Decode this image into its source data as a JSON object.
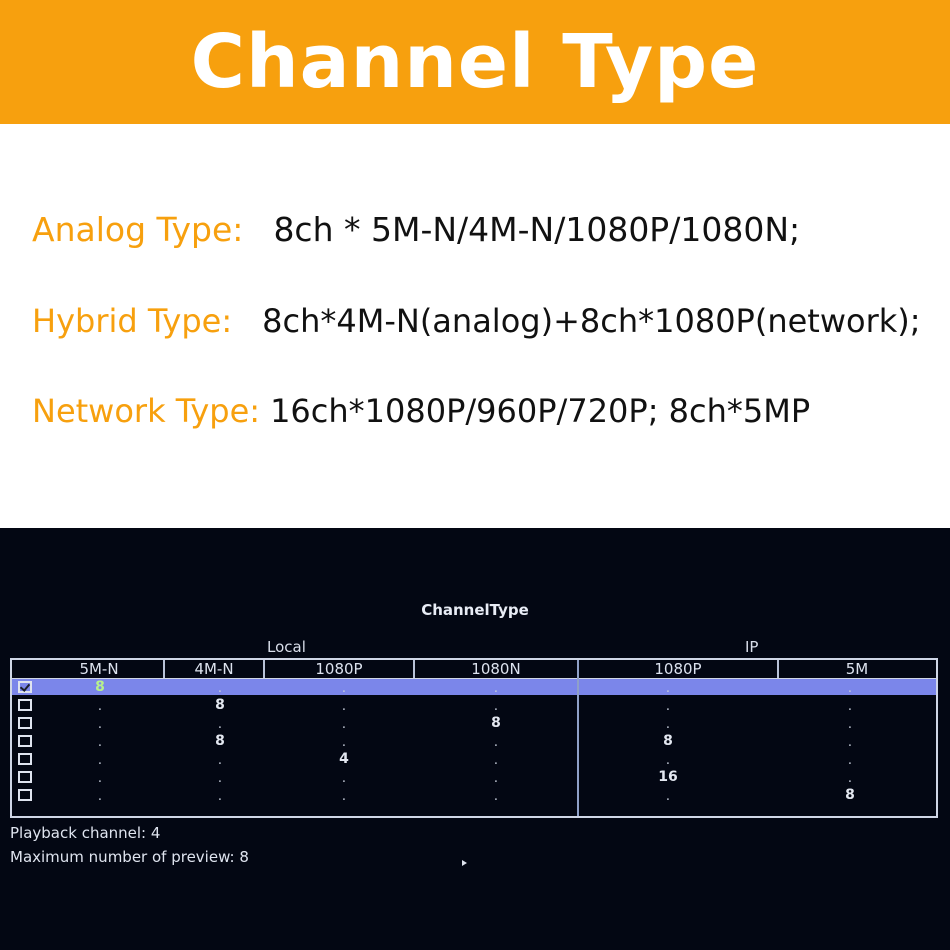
{
  "banner": {
    "title": "Channel Type"
  },
  "specs": [
    {
      "label": "Analog Type:",
      "value": "8ch * 5M-N/4M-N/1080P/1080N;"
    },
    {
      "label": "Hybrid Type:",
      "value": "8ch*4M-N(analog)+8ch*1080P(network);"
    },
    {
      "label": "Network Type:",
      "value": "16ch*1080P/960P/720P;  8ch*5MP"
    }
  ],
  "dvr": {
    "title": "ChannelType",
    "group_local": "Local",
    "group_ip": "IP",
    "columns": [
      "5M-N",
      "4M-N",
      "1080P",
      "1080N",
      "1080P",
      "5M"
    ],
    "rows": [
      {
        "checked": true,
        "values": [
          "8",
          ".",
          ".",
          ".",
          ".",
          "."
        ]
      },
      {
        "checked": false,
        "values": [
          ".",
          "8",
          ".",
          ".",
          ".",
          "."
        ]
      },
      {
        "checked": false,
        "values": [
          ".",
          ".",
          ".",
          "8",
          ".",
          "."
        ]
      },
      {
        "checked": false,
        "values": [
          ".",
          "8",
          ".",
          ".",
          "8",
          "."
        ]
      },
      {
        "checked": false,
        "values": [
          ".",
          ".",
          "4",
          ".",
          ".",
          "."
        ]
      },
      {
        "checked": false,
        "values": [
          ".",
          ".",
          ".",
          ".",
          "16",
          "."
        ]
      },
      {
        "checked": false,
        "values": [
          ".",
          ".",
          ".",
          ".",
          ".",
          "8"
        ]
      }
    ],
    "selected_row": 0,
    "playback": "Playback channel: 4",
    "max_preview": "Maximum number of preview: 8"
  }
}
